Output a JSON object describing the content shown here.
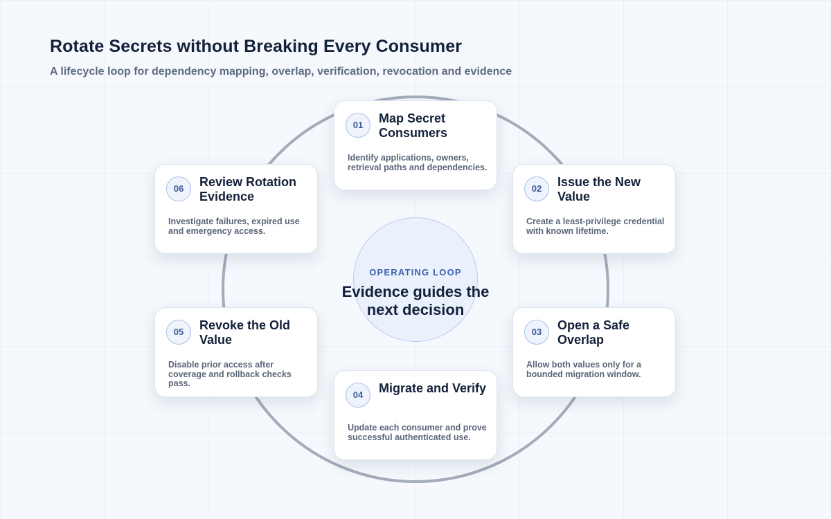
{
  "page": {
    "title": "Rotate Secrets without Breaking Every Consumer",
    "subtitle": "A lifecycle loop for dependency mapping, overlap, verification, revocation and evidence"
  },
  "center": {
    "kicker": "OPERATING LOOP",
    "heading": "Evidence guides the next decision"
  },
  "steps": [
    {
      "number": "01",
      "title": "Map Secret Consumers",
      "description": "Identify applications, owners, retrieval paths and dependencies."
    },
    {
      "number": "02",
      "title": "Issue the New Value",
      "description": "Create a least-privilege credential with known lifetime."
    },
    {
      "number": "03",
      "title": "Open a Safe Overlap",
      "description": "Allow both values only for a bounded migration window."
    },
    {
      "number": "04",
      "title": "Migrate and Verify",
      "description": "Update each consumer and prove successful authenticated use."
    },
    {
      "number": "05",
      "title": "Revoke the Old Value",
      "description": "Disable prior access after coverage and rollback checks pass."
    },
    {
      "number": "06",
      "title": "Review Rotation Evidence",
      "description": "Investigate failures, expired use and emergency access."
    }
  ],
  "colors": {
    "loop_ring": "#a3acba",
    "accent": "#3b63ab",
    "text_dark": "#14213a",
    "text_muted": "#5a6579"
  }
}
